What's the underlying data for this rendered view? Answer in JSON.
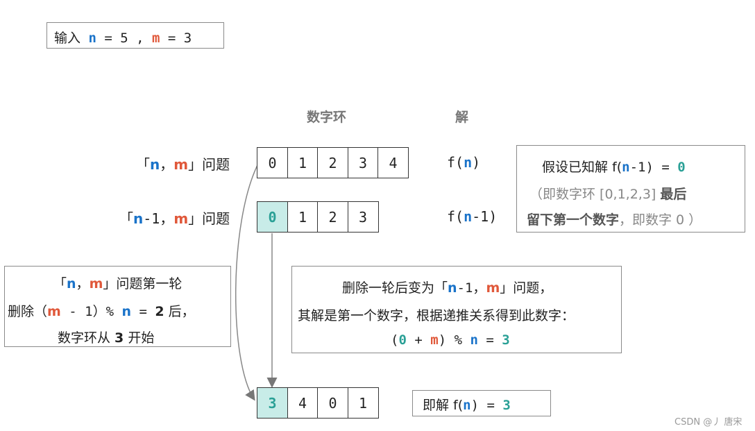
{
  "input_box": {
    "prefix": "输入",
    "n": "n",
    "eq1": " = 5 ,",
    "m": "m",
    "eq2": " = 3"
  },
  "headers": {
    "ring": "数字环",
    "solution": "解"
  },
  "rows": {
    "row1": {
      "open": "「",
      "n": "n",
      "comma": "，",
      "m": "m",
      "close": "」问题",
      "cells": [
        "0",
        "1",
        "2",
        "3",
        "4"
      ],
      "sol_prefix": "f(",
      "sol_n": "n",
      "sol_suffix": ")"
    },
    "row2": {
      "open": "「",
      "n": "n",
      "suffix": "-1，",
      "m": "m",
      "close": "」问题",
      "cells": [
        "0",
        "1",
        "2",
        "3"
      ],
      "sol_prefix": "f(",
      "sol_n": "n",
      "sol_suffix": "-1)"
    },
    "row3": {
      "cells": [
        "3",
        "4",
        "0",
        "1"
      ],
      "answer_prefix": "即解 f(",
      "answer_n": "n",
      "answer_mid": ") = ",
      "answer_value": "3"
    }
  },
  "assume_box": {
    "l1_text": "假设已知解 f(",
    "l1_n": "n",
    "l1_mid": "-1) = ",
    "l1_val": "0",
    "l2_text": "（即数字环 [0,1,2,3]",
    "l2_bold": "最后",
    "l3_bold": "留下第一个数字",
    "l3_text": "，即数字 0 ）"
  },
  "left_box": {
    "l1_open": "「",
    "l1_n": "n",
    "l1_comma": "，",
    "l1_m": "m",
    "l1_close": "」问题第一轮",
    "l2_a": "删除（",
    "l2_m": "m",
    "l2_b": " - 1）% ",
    "l2_n": "n",
    "l2_c": " = ",
    "l2_val": "2",
    "l2_d": " 后，",
    "l3_a": "数字环从 ",
    "l3_val": "3",
    "l3_b": " 开始"
  },
  "mid_box": {
    "l1_a": "删除一轮后变为「",
    "l1_n": "n",
    "l1_b": "-1，",
    "l1_m": "m",
    "l1_c": "」问题，",
    "l2": "其解是第一个数字，根据递推关系得到此数字：",
    "l3_a": "(",
    "l3_zero": "0",
    "l3_b": " + ",
    "l3_m": "m",
    "l3_c": ") % ",
    "l3_n": "n",
    "l3_d": " = ",
    "l3_val": "3"
  },
  "watermark": "CSDN @丿 唐宋"
}
